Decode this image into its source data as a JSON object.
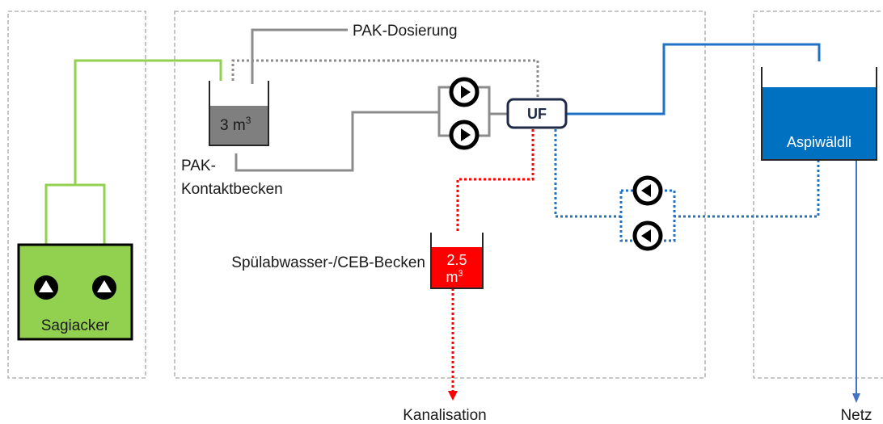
{
  "labels": {
    "pak_dosierung": "PAK-Dosierung",
    "pak_kontakt_line1": "PAK-",
    "pak_kontakt_line2": "Kontaktbecken",
    "pak_tank_volume": "3 m",
    "pak_tank_unit_sup": "3",
    "uf": "UF",
    "spuel_becken": "Spülabwasser-/CEB-Becken",
    "spuel_tank_volume": "2.5",
    "spuel_tank_unit": "m",
    "spuel_tank_unit_sup": "3",
    "sagiacker": "Sagiacker",
    "aspiwaeldli": "Aspiwäldli",
    "kanalisation": "Kanalisation",
    "netz": "Netz"
  },
  "colors": {
    "green_line": "#92d050",
    "green_fill": "#92d050",
    "grey_line": "#8c8c8c",
    "grey_dark_fill": "#7f7f7f",
    "blue_line": "#1f72c4",
    "blue_fill": "#0070c0",
    "red_line": "#ff0000",
    "red_fill": "#ff0000",
    "navy_outline": "#1f2a44",
    "region_border": "#a6a6a6",
    "netz_arrow": "#4472c4"
  },
  "icons": {
    "pump_right": "pump-right-icon",
    "pump_left": "pump-left-icon",
    "pump_up": "pump-up-icon"
  }
}
